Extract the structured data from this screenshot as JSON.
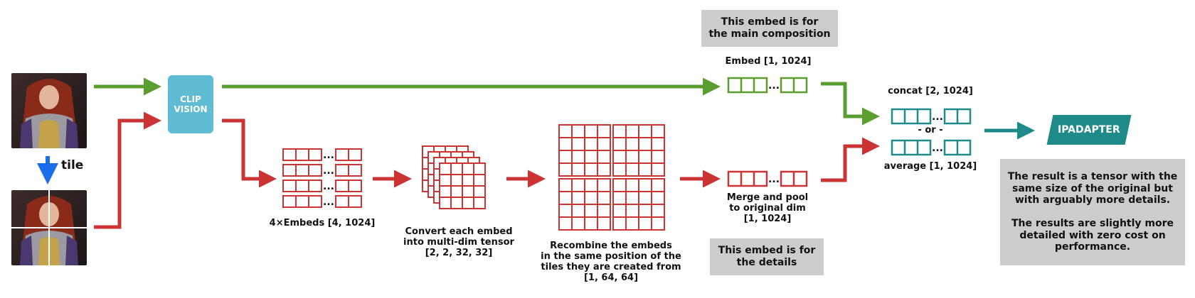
{
  "labels": {
    "tile": "tile",
    "clip_vision": "CLIP\nVISION",
    "embeds4": "4×Embeds [4, 1024]",
    "convert": "Convert each embed\ninto multi-dim tensor\n[2, 2, 32, 32]",
    "recombine": "Recombine the embeds\nin the same position of the\ntiles they are created from\n[1, 64, 64]",
    "embed_main": "Embed [1, 1024]",
    "merge_pool": "Merge and pool\nto original dim\n[1, 1024]",
    "concat": "concat [2, 1024]",
    "or": "- or -",
    "average": "average [1, 1024]",
    "ipadapter": "IPADAPTER",
    "dots": "..."
  },
  "notes": {
    "main": "This embed is for\nthe main composition",
    "details": "This embed is for\nthe details",
    "result": "The result is a tensor with the\nsame size of the original but\nwith  arguably more details.\n\nThe results are slightly more\ndetailed with zero cost on\nperformance."
  },
  "colors": {
    "green": "#5a9e2f",
    "red": "#cc3333",
    "blue": "#1a6fe8",
    "teal": "#1e8a8a",
    "clip": "#5fbcd3",
    "note_bg": "#cccccc"
  }
}
